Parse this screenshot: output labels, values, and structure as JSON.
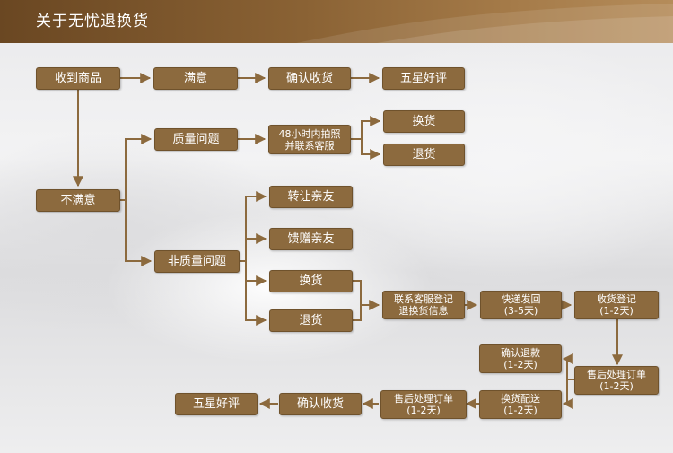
{
  "header": {
    "title": "关于无忧退换货"
  },
  "nodes": {
    "received": "收到商品",
    "satisfied": "满意",
    "confirm_receipt_top": "确认收货",
    "five_star_top": "五星好评",
    "quality_issue": "质量问题",
    "photo_contact_l1": "48小时内拍照",
    "photo_contact_l2": "并联系客服",
    "exchange_quality": "换货",
    "return_quality": "退货",
    "unsatisfied": "不满意",
    "transfer_friend": "转让亲友",
    "gift_friend": "馈赠亲友",
    "non_quality_issue": "非质量问题",
    "exchange_nonquality": "换货",
    "return_nonquality": "退货",
    "register_l1": "联系客服登记",
    "register_l2": "退换货信息",
    "ship_back_l1": "快递发回",
    "ship_back_l2": "(3-5天)",
    "receive_register_l1": "收货登记",
    "receive_register_l2": "(1-2天)",
    "confirm_refund_l1": "确认退款",
    "confirm_refund_l2": "(1-2天)",
    "after_sales_right_l1": "售后处理订单",
    "after_sales_right_l2": "(1-2天)",
    "exchange_ship_l1": "换货配送",
    "exchange_ship_l2": "(1-2天)",
    "after_sales_left_l1": "售后处理订单",
    "after_sales_left_l2": "(1-2天)",
    "confirm_receipt_bottom": "确认收货",
    "five_star_bottom": "五星好评"
  },
  "colors": {
    "box_fill": "#8c6a3e",
    "connector": "#8c6a3e",
    "header": "#7a5529",
    "text": "#ffffff"
  }
}
